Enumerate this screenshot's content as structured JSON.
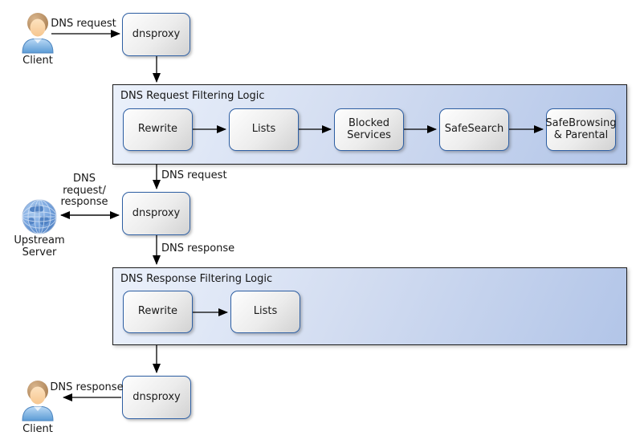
{
  "colors": {
    "node_border": "#2e5fa3",
    "node_fill_light": "#fefefe",
    "node_fill_dark": "#d2d2d2",
    "group_border": "#1d1d1d",
    "group_fill_light": "#ebf1fb",
    "group_fill_dark": "#b2c5e8",
    "arrow": "#000000",
    "person_shirt": "#5b9bd5",
    "person_hair": "#b78c5f",
    "person_skin": "#fcd9ae",
    "globe_blue": "#6f9fdd"
  },
  "diagram": {
    "client_top": {
      "label": "Client"
    },
    "edge_client_request": {
      "label": "DNS request"
    },
    "proxy_top": {
      "label": "dnsproxy"
    },
    "request_filtering": {
      "title": "DNS Request Filtering Logic",
      "steps": [
        {
          "label": "Rewrite"
        },
        {
          "label": "Lists"
        },
        {
          "label": "Blocked\nServices"
        },
        {
          "label": "SafeSearch"
        },
        {
          "label": "SafeBrowsing\n& Parental"
        }
      ]
    },
    "edge_request_down": {
      "label": "DNS request"
    },
    "proxy_mid": {
      "label": "dnsproxy"
    },
    "upstream": {
      "label": "Upstream\nServer"
    },
    "edge_upstream": {
      "label": "DNS\nrequest/\nresponse"
    },
    "edge_response_down": {
      "label": "DNS response"
    },
    "response_filtering": {
      "title": "DNS Response Filtering Logic",
      "steps": [
        {
          "label": "Rewrite"
        },
        {
          "label": "Lists"
        }
      ]
    },
    "proxy_bottom": {
      "label": "dnsproxy"
    },
    "edge_client_response": {
      "label": "DNS response"
    },
    "client_bottom": {
      "label": "Client"
    }
  }
}
